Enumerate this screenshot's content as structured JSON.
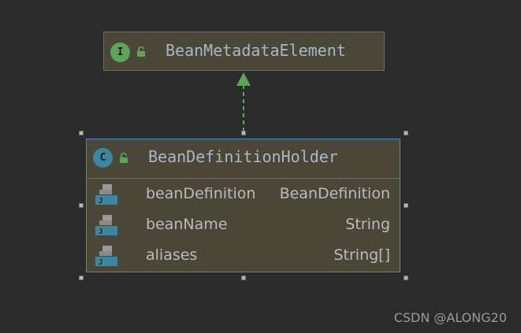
{
  "diagram": {
    "interface_node": {
      "badge_letter": "I",
      "badge_icon": "interface-icon",
      "visibility_icon": "unlocked-icon",
      "name": "BeanMetadataElement",
      "badge_color": "#62a35a"
    },
    "class_node": {
      "badge_letter": "C",
      "badge_icon": "class-icon",
      "visibility_icon": "unlocked-icon",
      "name": "BeanDefinitionHolder",
      "badge_color": "#3e86a0",
      "border_color": "#4a88c7",
      "fields": [
        {
          "icon": "field-icon",
          "name": "beanDefinition",
          "type": "BeanDefinition"
        },
        {
          "icon": "field-icon",
          "name": "beanName",
          "type": "String"
        },
        {
          "icon": "field-icon",
          "name": "aliases",
          "type": "String[]"
        }
      ]
    },
    "relation": {
      "type": "implements",
      "style": "dashed",
      "color": "#62a35a"
    }
  },
  "watermark": "CSDN @ALONG20",
  "colors": {
    "background": "#2b2b2b",
    "node_fill": "#4a4638",
    "text": "#a9b7c6"
  }
}
